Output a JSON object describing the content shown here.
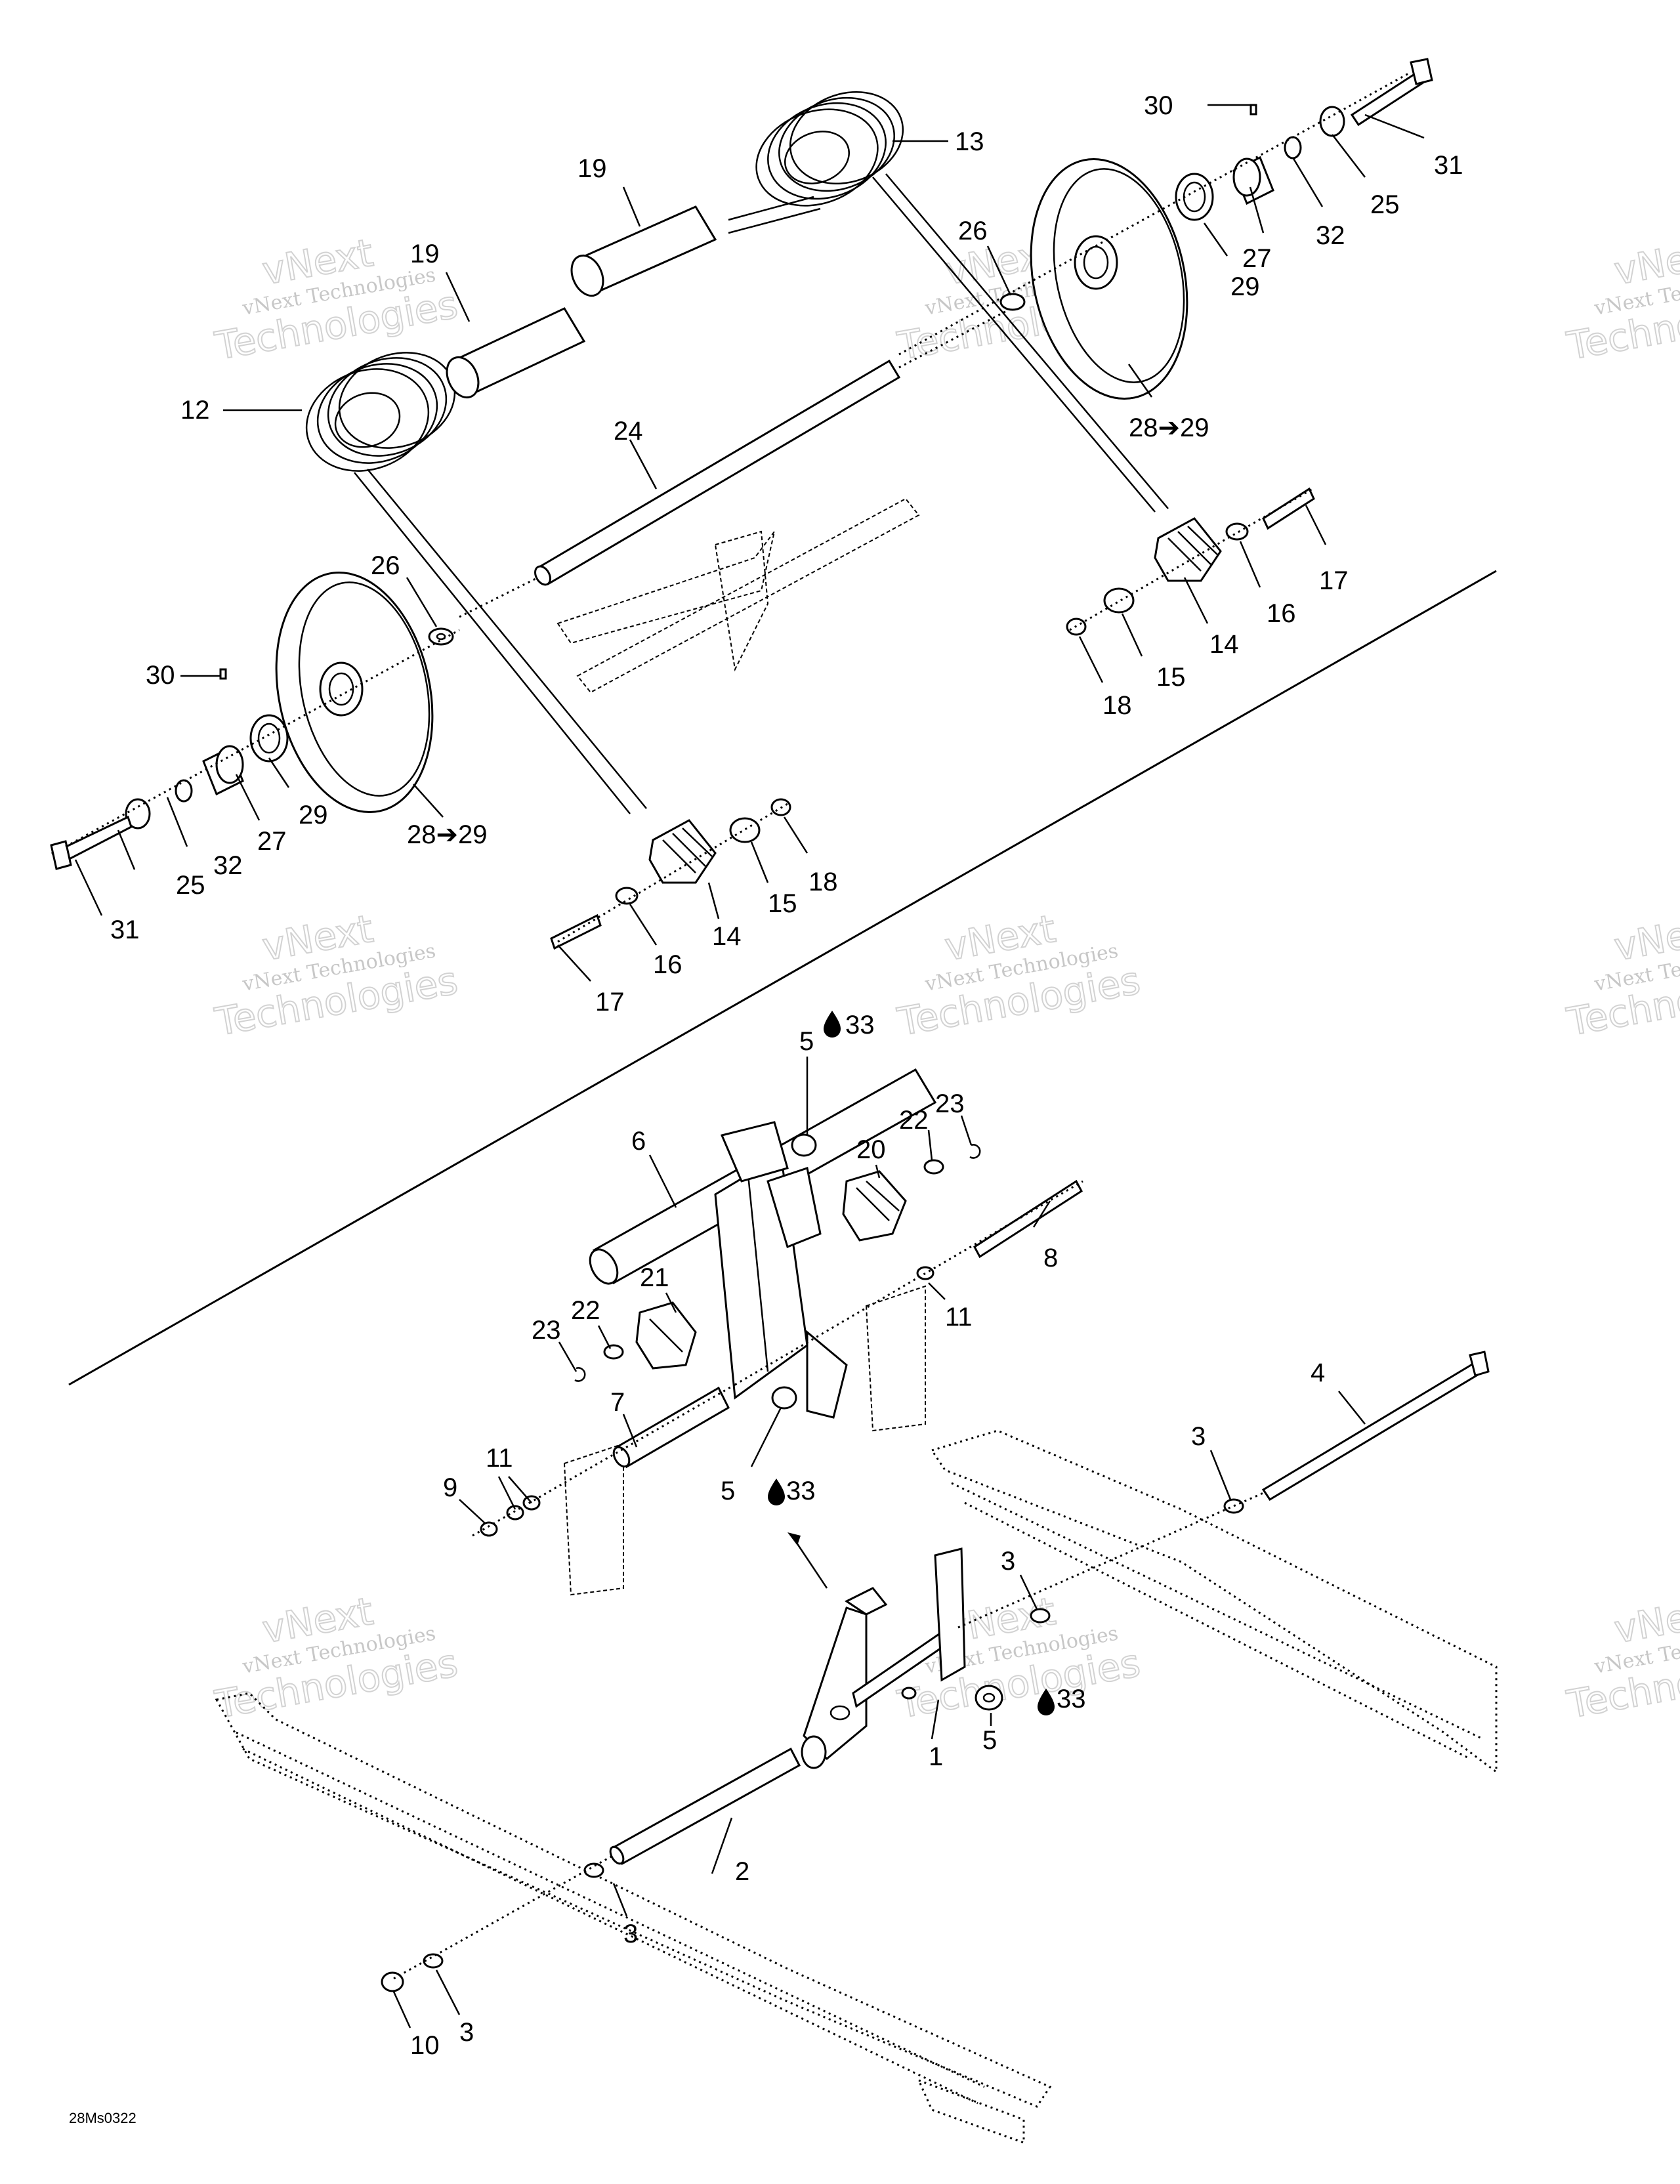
{
  "diagram_code": "28Ms0322",
  "watermark": {
    "line1": "vNext Technologies",
    "line2": "vNext",
    "line3": "Technologies"
  },
  "callouts": {
    "c1": "1",
    "c2": "2",
    "c3a": "3",
    "c3b": "3",
    "c3c": "3",
    "c3d": "3",
    "c4": "4",
    "c5a": "5",
    "c5b": "5",
    "c5c": "5",
    "c6": "6",
    "c7": "7",
    "c8": "8",
    "c9": "9",
    "c10": "10",
    "c11a": "11",
    "c11b": "11",
    "c12": "12",
    "c13": "13",
    "c14a": "14",
    "c14b": "14",
    "c15a": "15",
    "c15b": "15",
    "c16a": "16",
    "c16b": "16",
    "c17a": "17",
    "c17b": "17",
    "c18a": "18",
    "c18b": "18",
    "c19a": "19",
    "c19b": "19",
    "c20": "20",
    "c21": "21",
    "c22a": "22",
    "c22b": "22",
    "c23a": "23",
    "c23b": "23",
    "c24": "24",
    "c25a": "25",
    "c25b": "25",
    "c26a": "26",
    "c26b": "26",
    "c27a": "27",
    "c27b": "27",
    "c28a": "28➔29",
    "c28b": "28➔29",
    "c29a": "29",
    "c29b": "29",
    "c30a": "30",
    "c30b": "30",
    "c31a": "31",
    "c31b": "31",
    "c32a": "32",
    "c32b": "32",
    "c33a": "33",
    "c33b": "33",
    "c33c": "33"
  },
  "icons": {
    "adhesive": "drop-icon"
  }
}
